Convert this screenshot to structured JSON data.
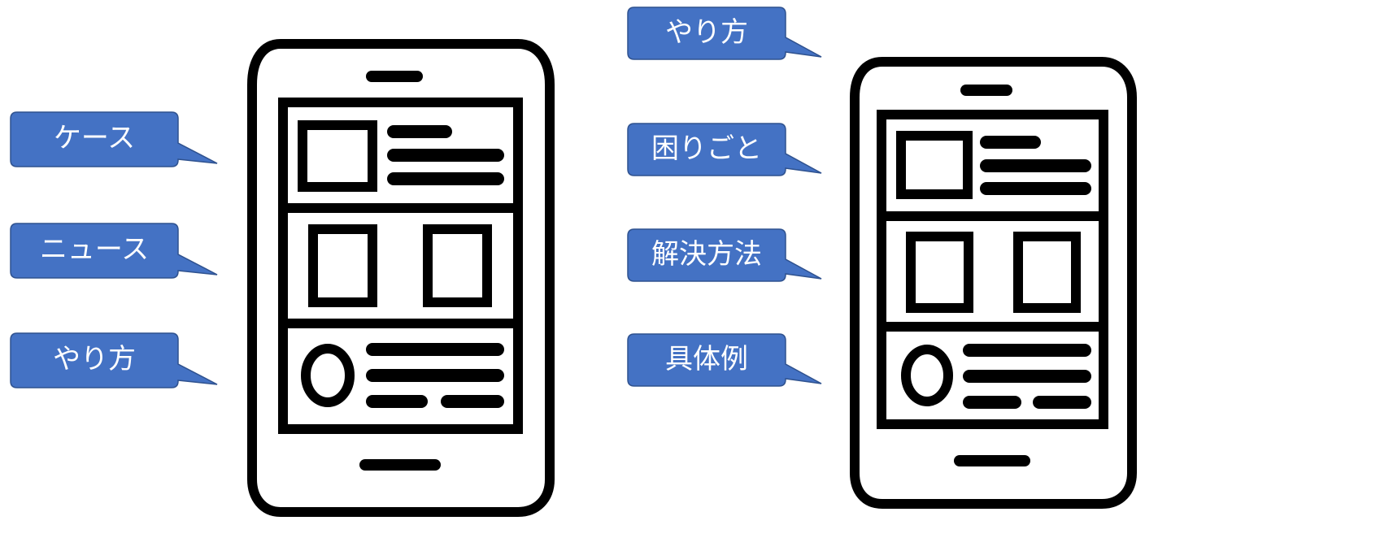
{
  "colors": {
    "callout_fill": "#4472C4",
    "callout_stroke": "#2F528F",
    "callout_text": "#FFFFFF",
    "phone_stroke": "#000000"
  },
  "left_phone": {
    "callouts": [
      {
        "label": "ケース"
      },
      {
        "label": "ニュース"
      },
      {
        "label": "やり方"
      }
    ]
  },
  "right_phone": {
    "callouts": [
      {
        "label": "やり方"
      },
      {
        "label": "困りごと"
      },
      {
        "label": "解決方法"
      },
      {
        "label": "具体例"
      }
    ]
  }
}
